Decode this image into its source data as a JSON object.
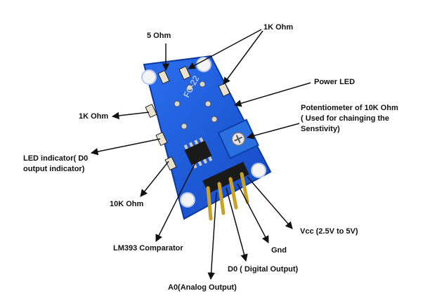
{
  "labels": {
    "five_ohm": "5 Ohm",
    "one_k_top": "1K Ohm",
    "power_led": "Power LED",
    "one_k_left": "1K Ohm",
    "pot": "Potentiometer of 10K Ohm ( Used for chainging the Senstivity)",
    "led_indicator": "LED indicator( D0 output indicator)",
    "ten_k": "10K Ohm",
    "lm393": "LM393 Comparator",
    "vcc": "Vcc (2.5V to 5V)",
    "gnd": "Gnd",
    "d0": "D0 ( Digital Output)",
    "a0": "A0(Analog Output)"
  },
  "board": {
    "silkscreen": "FC-22",
    "colors": {
      "pcb": "#1f5fd8",
      "pcb_edge": "#0f3fa8",
      "pot": "#2a6fe0",
      "chip": "#1a1a1a",
      "pin": "#c9a227"
    }
  }
}
